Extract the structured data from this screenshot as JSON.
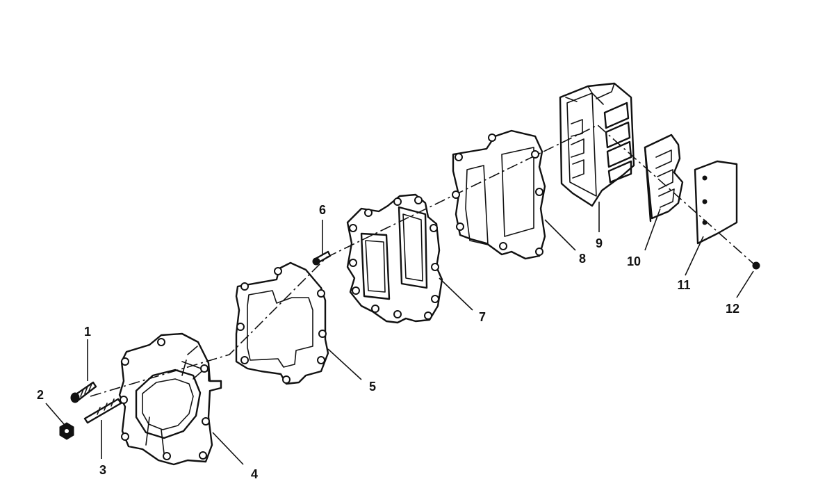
{
  "diagram": {
    "callouts": [
      {
        "number": "1"
      },
      {
        "number": "2"
      },
      {
        "number": "3"
      },
      {
        "number": "4"
      },
      {
        "number": "5"
      },
      {
        "number": "6"
      },
      {
        "number": "7"
      },
      {
        "number": "8"
      },
      {
        "number": "9"
      },
      {
        "number": "10"
      },
      {
        "number": "11"
      },
      {
        "number": "12"
      }
    ]
  }
}
